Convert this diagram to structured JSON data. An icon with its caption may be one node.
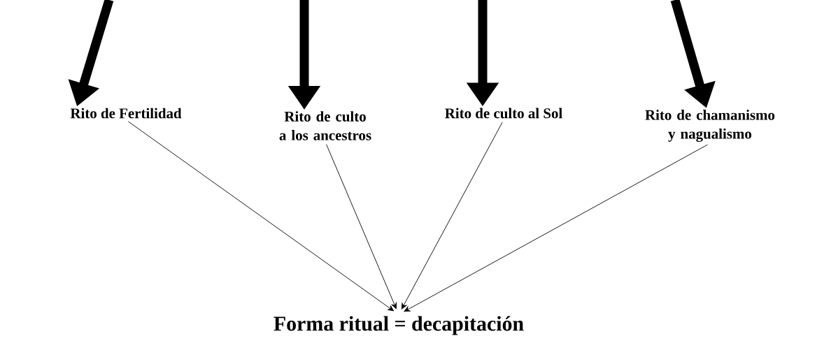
{
  "diagram": {
    "nodes": [
      {
        "text": [
          "Rito de Fertilidad"
        ]
      },
      {
        "text": [
          "Rito de culto a los ancestros"
        ]
      },
      {
        "text": [
          "Rito de culto al Sol"
        ]
      },
      {
        "text": [
          "Rito de chamanismo y nagualismo"
        ]
      },
      {
        "text": [
          "Forma ritual = decapitación"
        ]
      }
    ],
    "edges": [
      {
        "from": null,
        "to": 0,
        "arrow": "to",
        "style": "thick"
      },
      {
        "from": null,
        "to": 1,
        "arrow": "to",
        "style": "thick"
      },
      {
        "from": null,
        "to": 2,
        "arrow": "to",
        "style": "thick"
      },
      {
        "from": null,
        "to": 3,
        "arrow": "to",
        "style": "thick"
      },
      {
        "from": 0,
        "to": 4,
        "arrow": "to"
      },
      {
        "from": 1,
        "to": 4,
        "arrow": "to"
      },
      {
        "from": 2,
        "to": 4,
        "arrow": "to"
      },
      {
        "from": 3,
        "to": 4,
        "arrow": "to"
      }
    ]
  }
}
